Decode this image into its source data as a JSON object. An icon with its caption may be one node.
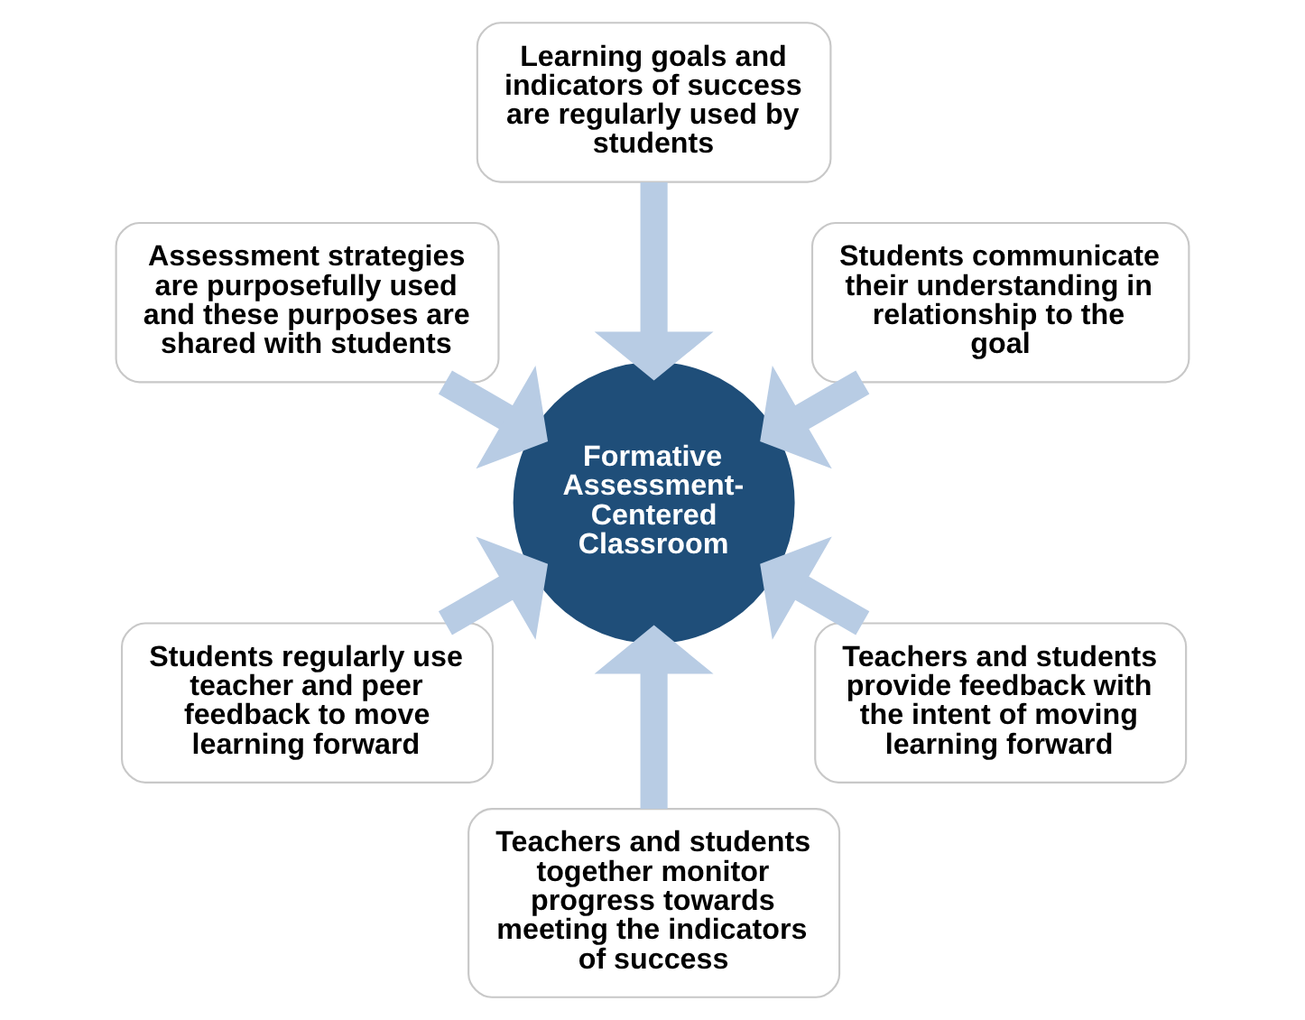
{
  "diagram": {
    "nodes": [
      {
        "text": [
          "Students communicate their understanding in relationship to the goal"
        ]
      },
      {
        "text": [
          "Learning goals and indicators of success are regularly used by students"
        ]
      },
      {
        "text": [
          "Assessment strategies are purposefully used and these purposes are shared with students"
        ]
      },
      {
        "text": [
          "Formative Assessment-Centered Classroom"
        ]
      },
      {
        "text": [
          "Students regularly use teacher and peer feedback to move learning forward"
        ]
      },
      {
        "text": [
          "Teachers and students together monitor progress towards meeting the indicators of success"
        ]
      },
      {
        "text": [
          "Teachers and students provide feedback with the intent of moving learning forward"
        ]
      }
    ],
    "edges": [
      {
        "from": 0,
        "to": 3,
        "arrow": "to"
      },
      {
        "from": 2,
        "to": 3,
        "arrow": "to"
      },
      {
        "from": 5,
        "to": 3,
        "arrow": "to"
      },
      {
        "from": 6,
        "to": 3,
        "arrow": "to"
      },
      {
        "from": 4,
        "to": 3,
        "arrow": "to"
      },
      {
        "from": 1,
        "to": 3,
        "arrow": "to"
      }
    ]
  }
}
